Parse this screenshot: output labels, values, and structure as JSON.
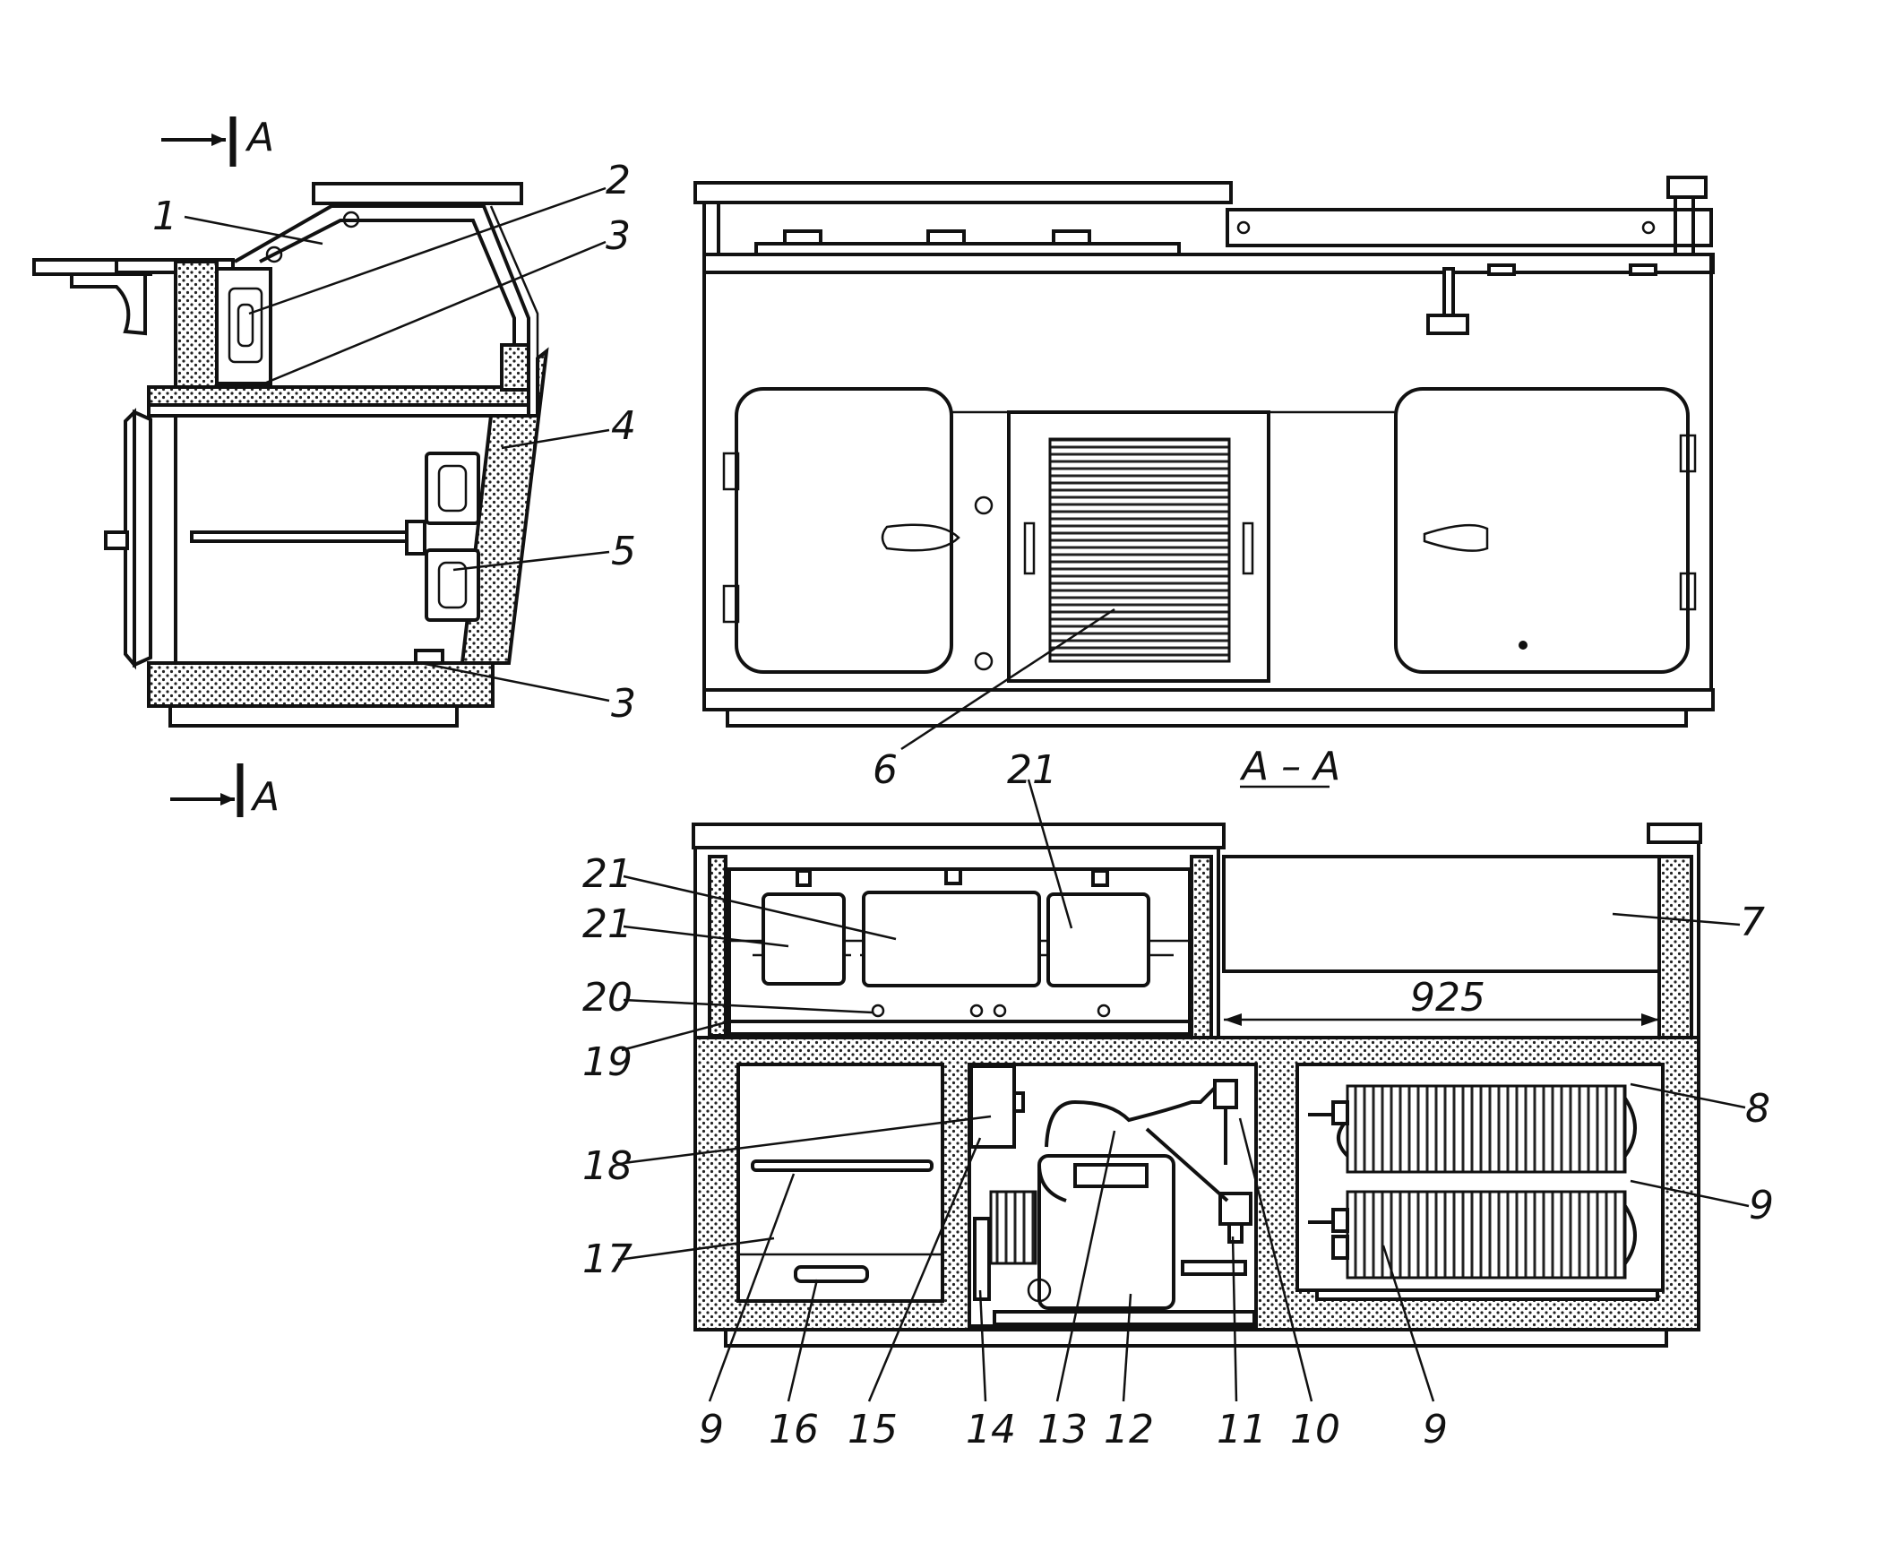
{
  "section_marker": {
    "letter": "A",
    "title": "A – A"
  },
  "dimension": {
    "value": "925"
  },
  "labels": {
    "l1": "1",
    "l2": "2",
    "l3a": "3",
    "l3b": "3",
    "l4": "4",
    "l5": "5",
    "l6": "6",
    "l7": "7",
    "l8": "8",
    "l9a": "9",
    "l9b": "9",
    "l9c": "9",
    "l10": "10",
    "l11": "11",
    "l12": "12",
    "l13": "13",
    "l14": "14",
    "l15": "15",
    "l16": "16",
    "l17": "17",
    "l18": "18",
    "l19": "19",
    "l20": "20",
    "l21a": "21",
    "l21b": "21",
    "l21c": "21"
  }
}
